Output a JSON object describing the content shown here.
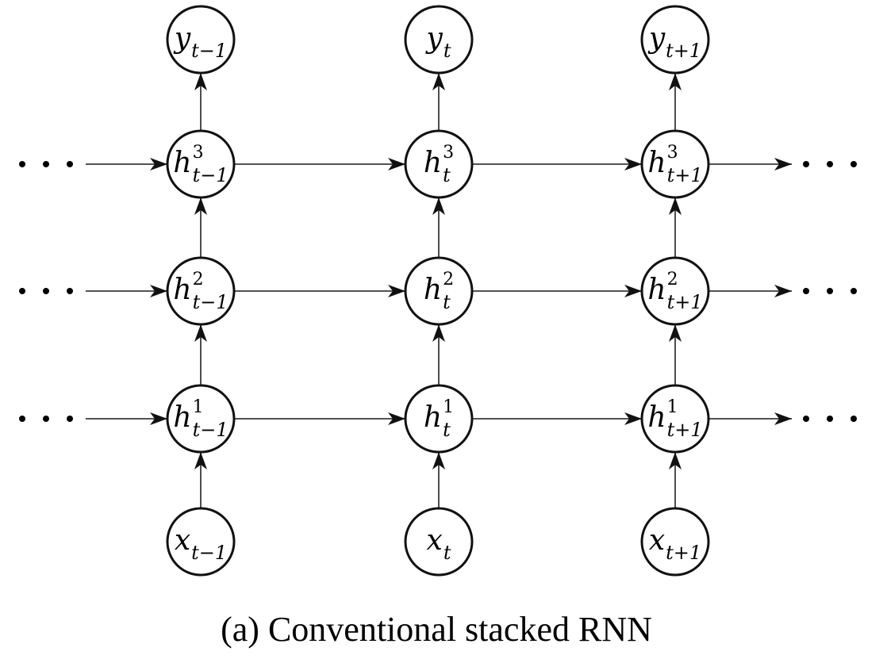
{
  "caption": "(a) Conventional stacked RNN",
  "ellipsis": "...",
  "nodes": {
    "y_prev": {
      "base": "y",
      "sub": "t−1",
      "sup": ""
    },
    "y_cur": {
      "base": "y",
      "sub": "t",
      "sup": ""
    },
    "y_next": {
      "base": "y",
      "sub": "t+1",
      "sup": ""
    },
    "h3_prev": {
      "base": "h",
      "sub": "t−1",
      "sup": "3"
    },
    "h3_cur": {
      "base": "h",
      "sub": "t",
      "sup": "3"
    },
    "h3_next": {
      "base": "h",
      "sub": "t+1",
      "sup": "3"
    },
    "h2_prev": {
      "base": "h",
      "sub": "t−1",
      "sup": "2"
    },
    "h2_cur": {
      "base": "h",
      "sub": "t",
      "sup": "2"
    },
    "h2_next": {
      "base": "h",
      "sub": "t+1",
      "sup": "2"
    },
    "h1_prev": {
      "base": "h",
      "sub": "t−1",
      "sup": "1"
    },
    "h1_cur": {
      "base": "h",
      "sub": "t",
      "sup": "1"
    },
    "h1_next": {
      "base": "h",
      "sub": "t+1",
      "sup": "1"
    },
    "x_prev": {
      "base": "x",
      "sub": "t−1",
      "sup": ""
    },
    "x_cur": {
      "base": "x",
      "sub": "t",
      "sup": ""
    },
    "x_next": {
      "base": "x",
      "sub": "t+1",
      "sup": ""
    }
  }
}
